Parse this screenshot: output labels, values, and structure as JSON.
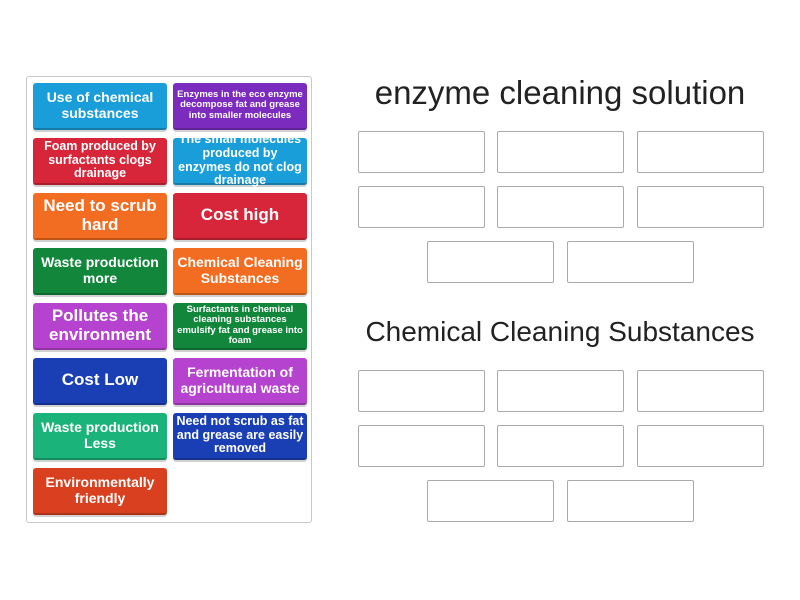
{
  "tray": {
    "cards": [
      {
        "label": "Use of chemical substances",
        "color": "#1a9ed9"
      },
      {
        "label": "Enzymes in the eco enzyme decompose fat and grease into smaller molecules",
        "color": "#7b2bbd"
      },
      {
        "label": "Foam produced by surfactants clogs drainage",
        "color": "#d72639"
      },
      {
        "label": "The small molecules produced by enzymes do not clog drainage",
        "color": "#1a9ed9"
      },
      {
        "label": "Need to scrub hard",
        "color": "#f26d21"
      },
      {
        "label": "Cost high",
        "color": "#d72639"
      },
      {
        "label": "Waste production more",
        "color": "#12873c"
      },
      {
        "label": "Chemical Cleaning Substances",
        "color": "#f26d21"
      },
      {
        "label": "Pollutes the environment",
        "color": "#b643cf"
      },
      {
        "label": "Surfactants in chemical cleaning substances emulsify fat and grease into foam",
        "color": "#12873c"
      },
      {
        "label": "Cost Low",
        "color": "#1a3fb5"
      },
      {
        "label": "Fermentation of agricultural waste",
        "color": "#b643cf"
      },
      {
        "label": "Waste production Less",
        "color": "#1ab37a"
      },
      {
        "label": "Need not scrub as fat and grease are easily removed",
        "color": "#1a3fb5"
      },
      {
        "label": "Environmentally friendly",
        "color": "#d9401f"
      }
    ]
  },
  "groups": [
    {
      "title": "enzyme cleaning solution",
      "slot_count": 8
    },
    {
      "title": "Chemical Cleaning Substances",
      "slot_count": 8
    }
  ]
}
